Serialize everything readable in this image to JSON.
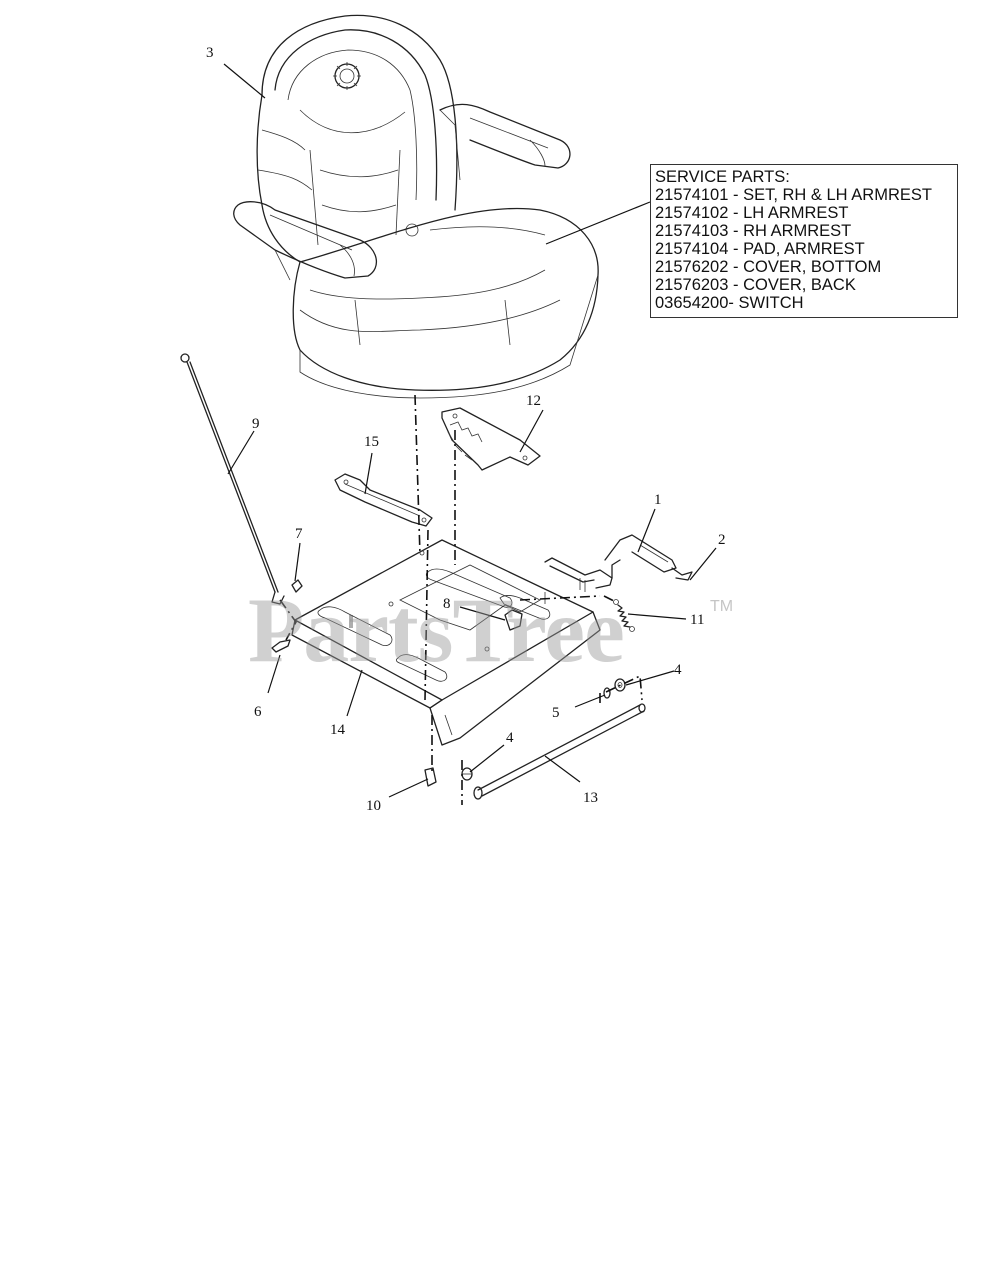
{
  "service_parts": {
    "heading": "SERVICE PARTS:",
    "items": [
      "21574101 - SET, RH & LH ARMREST",
      "21574102 - LH ARMREST",
      "21574103 - RH ARMREST",
      "21574104 - PAD, ARMREST",
      "21576202 - COVER, BOTTOM",
      "21576203 - COVER, BACK",
      "03654200- SWITCH"
    ]
  },
  "callouts": {
    "c1": "1",
    "c2": "2",
    "c3": "3",
    "c4a": "4",
    "c4b": "4",
    "c5": "5",
    "c6": "6",
    "c7": "7",
    "c8": "8",
    "c9": "9",
    "c10": "10",
    "c11": "11",
    "c12": "12",
    "c13": "13",
    "c14": "14",
    "c15": "15"
  },
  "watermark": {
    "text": "PartsTree",
    "tm": "TM"
  }
}
